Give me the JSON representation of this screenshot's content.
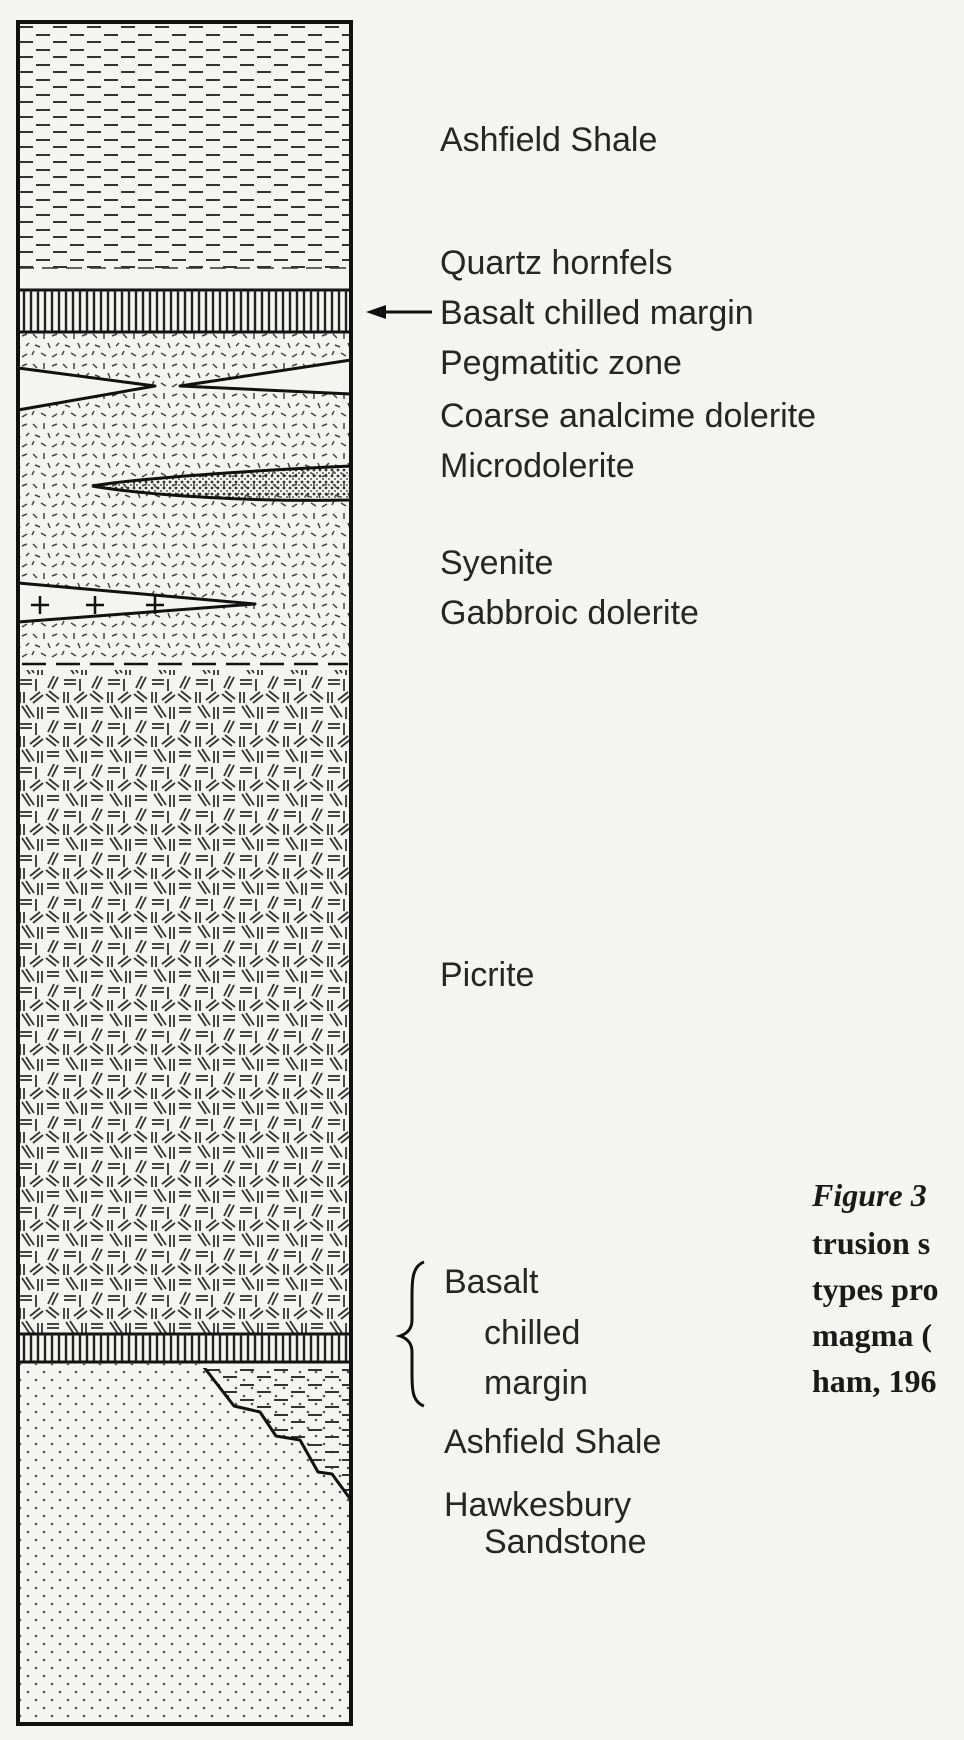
{
  "labels": {
    "ashfield_shale_top": "Ashfield Shale",
    "quartz_hornfels": "Quartz hornfels",
    "basalt_chilled_margin": "Basalt chilled margin",
    "pegmatitic_zone": "Pegmatitic zone",
    "coarse_analcime_dolerite": "Coarse analcime dolerite",
    "microdolerite": "Microdolerite",
    "syenite": "Syenite",
    "gabbroic_dolerite": "Gabbroic dolerite",
    "picrite": "Picrite",
    "basalt_lower_1": "Basalt",
    "basalt_lower_2": "chilled",
    "basalt_lower_3": "margin",
    "ashfield_shale_bottom": "Ashfield Shale",
    "hawkesbury_1": "Hawkesbury",
    "hawkesbury_2": "Sandstone"
  },
  "caption": {
    "line1": "Figure 3",
    "line2": "trusion s",
    "line3": "types pro",
    "line4": "magma (",
    "line5": "ham, 196"
  }
}
